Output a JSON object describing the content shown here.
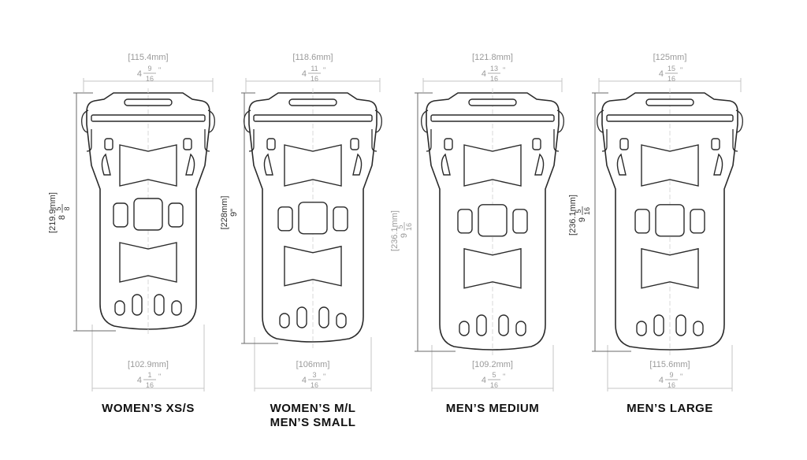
{
  "plates": [
    {
      "id": "ws",
      "label_lines": [
        "WOMEN’S XS/S"
      ],
      "top_mm": "[115.4mm]",
      "top_whole": "4",
      "top_num": "9",
      "top_den": "16",
      "bottom_mm": "[102.9mm]",
      "bottom_whole": "4",
      "bottom_num": "1",
      "bottom_den": "16",
      "height_mm": "[219.9mm]",
      "height_whole": "8",
      "height_num": "5",
      "height_den": "8",
      "height_color": "#333333"
    },
    {
      "id": "wm",
      "label_lines": [
        "WOMEN’S M/L",
        "MEN’S SMALL"
      ],
      "top_mm": "[118.6mm]",
      "top_whole": "4",
      "top_num": "11",
      "top_den": "16",
      "bottom_mm": "[106mm]",
      "bottom_whole": "4",
      "bottom_num": "3",
      "bottom_den": "16",
      "height_mm": "[228mm]",
      "height_whole": "9\"",
      "height_num": "",
      "height_den": "",
      "height_color": "#333333"
    },
    {
      "id": "mm",
      "label_lines": [
        "MEN’S MEDIUM"
      ],
      "top_mm": "[121.8mm]",
      "top_whole": "4",
      "top_num": "13",
      "top_den": "16",
      "bottom_mm": "[109.2mm]",
      "bottom_whole": "4",
      "bottom_num": "5",
      "bottom_den": "16",
      "height_mm": "[236.1mm]",
      "height_whole": "9",
      "height_num": "5",
      "height_den": "16",
      "height_color": "#9a9a9a"
    },
    {
      "id": "ml",
      "label_lines": [
        "MEN’S LARGE"
      ],
      "top_mm": "[125mm]",
      "top_whole": "4",
      "top_num": "15",
      "top_den": "16",
      "bottom_mm": "[115.6mm]",
      "bottom_whole": "4",
      "bottom_num": "9",
      "bottom_den": "16",
      "height_mm": "[236.1mm]",
      "height_whole": "9",
      "height_num": "5",
      "height_den": "16",
      "height_color": "#333333"
    }
  ]
}
